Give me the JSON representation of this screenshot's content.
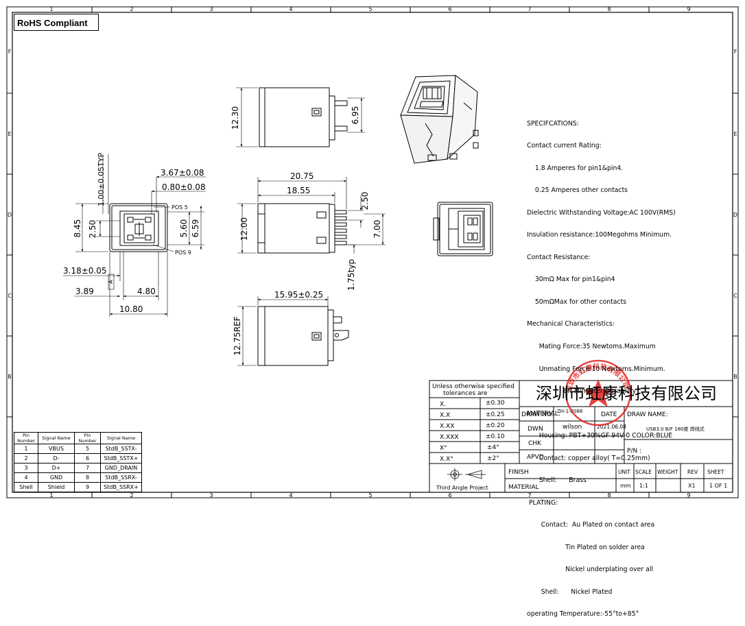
{
  "badge": "RoHS Compliant",
  "grid": {
    "cols": [
      "1",
      "2",
      "3",
      "4",
      "5",
      "6",
      "7",
      "8",
      "9"
    ],
    "rows": [
      "F",
      "E",
      "D",
      "C",
      "B"
    ]
  },
  "dims": {
    "side_h": "12.30",
    "side_pin": "6.95",
    "front_vert": "1.00±0.05TYP",
    "front_w1": "3.67±0.08",
    "front_w2": "0.80±0.08",
    "pos5": "POS 5",
    "pos9": "POS 9",
    "d845": "8.45",
    "d250a": "2.50",
    "d560": "5.60",
    "d659": "6.59",
    "d318": "3.18±0.05",
    "d389": "3.89",
    "d480": "4.80",
    "d1080": "10.80",
    "d2075": "20.75",
    "d1855": "18.55",
    "d250b": "2.50",
    "d1200": "12.00",
    "d700": "7.00",
    "d175": "1.75typ",
    "d1595": "15.95±0.25",
    "d1275": "12.75REF",
    "a_label": "A"
  },
  "spec_lines": [
    "SPECIFCATIONS:",
    "Contact current Rating:",
    "    1.8 Amperes for pin1&pin4.",
    "    0.25 Amperes other contacts",
    "Dielectric Withstanding Voltage:AC 100V(RMS)",
    "Insulation resistance:100Megohms Minimum.",
    "Contact Resistance:",
    "    30mΩ Max for pin1&pin4",
    "    50mΩMax for other contacts",
    "Mechanical Characteristics:",
    "      Mating Force:35 Newtoms.Maximum",
    "      Unmating Force:10 Newtoms.Minimum.",
    "                  8N Min After Durability",
    "MATERIAL:",
    "      Housing: PBT+30%GF 94V-0 COLOR:BLUE",
    "      Contact: copper alloy( T=0.25mm)",
    "      Shell:      Brass",
    " PLATING:",
    "       Contact:  Au Plated on contact area",
    "                   Tin Plated on solder area",
    "                   Nickel underplating over all",
    "       Shell:      Nickel Plated",
    "operating Temperature:-55°to+85°"
  ],
  "pin_table": {
    "headers": [
      "Pin Number",
      "Signal Name",
      "Pin Number",
      "Signal Name"
    ],
    "rows": [
      [
        "1",
        "VBUS",
        "5",
        "StdB_SSTX-"
      ],
      [
        "2",
        "D-",
        "6",
        "StdB_SSTX+"
      ],
      [
        "3",
        "D+",
        "7",
        "GND_DRAIN"
      ],
      [
        "4",
        "GND",
        "8",
        "StdB_SSRX-"
      ],
      [
        "Shell",
        "Shield",
        "9",
        "StdB_SSRX+"
      ]
    ]
  },
  "title_block": {
    "tolerance_title1": "Unless otherwise specified",
    "tolerance_title2": "tolerances are",
    "tolerances": [
      [
        "X.",
        "±0.30"
      ],
      [
        "X.X",
        "±0.25"
      ],
      [
        "X.XX",
        "±0.20"
      ],
      [
        "X.XXX",
        "±0.10"
      ],
      [
        "X°",
        "±4°"
      ],
      [
        "X.X°",
        "±2°"
      ]
    ],
    "projection": "Third Angle Project",
    "company": "深圳市虹康科技有限公司",
    "draw_no_label": "DRAW NO.",
    "draw_no": "ZH-1-2088",
    "date_label": "DATE",
    "draw_name_label": "DRAW NAME:",
    "draw_name": "USB3.0 B/F 180度 焊线式",
    "dwn_label": "DWN",
    "dwn": "wilson",
    "date": "2021.06.08",
    "chk_label": "CHK",
    "apvd_label": "APVD",
    "pn_label": "P/N :",
    "finish_label": "FINISH",
    "material_label": "MATERIAL",
    "unit_label": "UNIT",
    "unit": "mm",
    "scale_label": "SCALE",
    "scale": "1:1",
    "weight_label": "WEIGHT",
    "rev_label": "REV",
    "rev": "X1",
    "sheet_label": "SHEET",
    "sheet": "1 OF 1"
  },
  "stamp_text": "深圳市虹康科技有限公司",
  "colors": {
    "line": "#000000",
    "stamp": "#e32222"
  }
}
